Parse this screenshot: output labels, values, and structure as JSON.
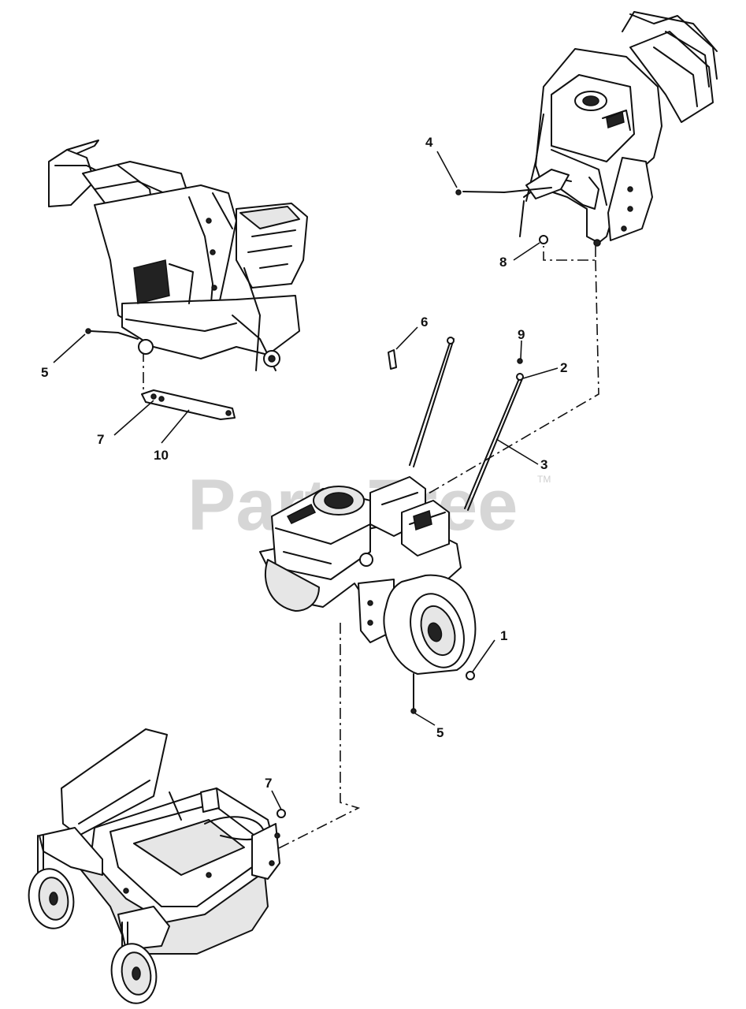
{
  "watermark": {
    "text": "PartsTree",
    "tm": "TM"
  },
  "callouts": {
    "c1": "1",
    "c2": "2",
    "c3": "3",
    "c4": "4",
    "c5a": "5",
    "c5b": "5",
    "c6": "6",
    "c7a": "7",
    "c7b": "7",
    "c8": "8",
    "c9": "9",
    "c10": "10"
  },
  "colors": {
    "line": "#111111",
    "watermark": "#d6d6d6",
    "background": "#ffffff"
  }
}
